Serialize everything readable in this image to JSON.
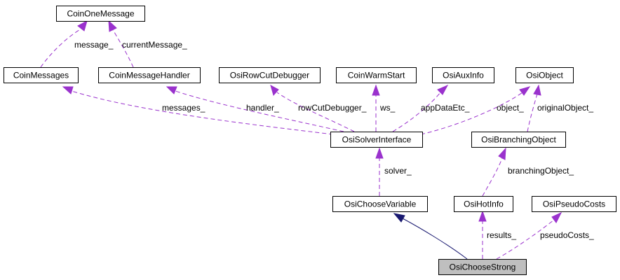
{
  "nodes": {
    "coin_one_message": "CoinOneMessage",
    "coin_messages": "CoinMessages",
    "coin_message_handler": "CoinMessageHandler",
    "osi_row_cut_debugger": "OsiRowCutDebugger",
    "coin_warm_start": "CoinWarmStart",
    "osi_aux_info": "OsiAuxInfo",
    "osi_object": "OsiObject",
    "osi_solver_interface": "OsiSolverInterface",
    "osi_branching_object": "OsiBranchingObject",
    "osi_choose_variable": "OsiChooseVariable",
    "osi_hot_info": "OsiHotInfo",
    "osi_pseudo_costs": "OsiPseudoCosts",
    "osi_choose_strong": "OsiChooseStrong"
  },
  "edges": {
    "message": "message_",
    "current_message": "currentMessage_",
    "messages": "messages_",
    "handler": "handler_",
    "row_cut_debugger": "rowCutDebugger_",
    "ws": "ws_",
    "app_data_etc": "appDataEtc_",
    "object": "object_",
    "original_object": "originalObject_",
    "solver": "solver_",
    "branching_object": "branchingObject_",
    "results": "results_",
    "pseudo_costs": "pseudoCosts_"
  },
  "colors": {
    "dependency_edge": "#9a32cd",
    "inheritance_edge": "#191970",
    "highlight_node_fill": "#bfbfbf"
  }
}
